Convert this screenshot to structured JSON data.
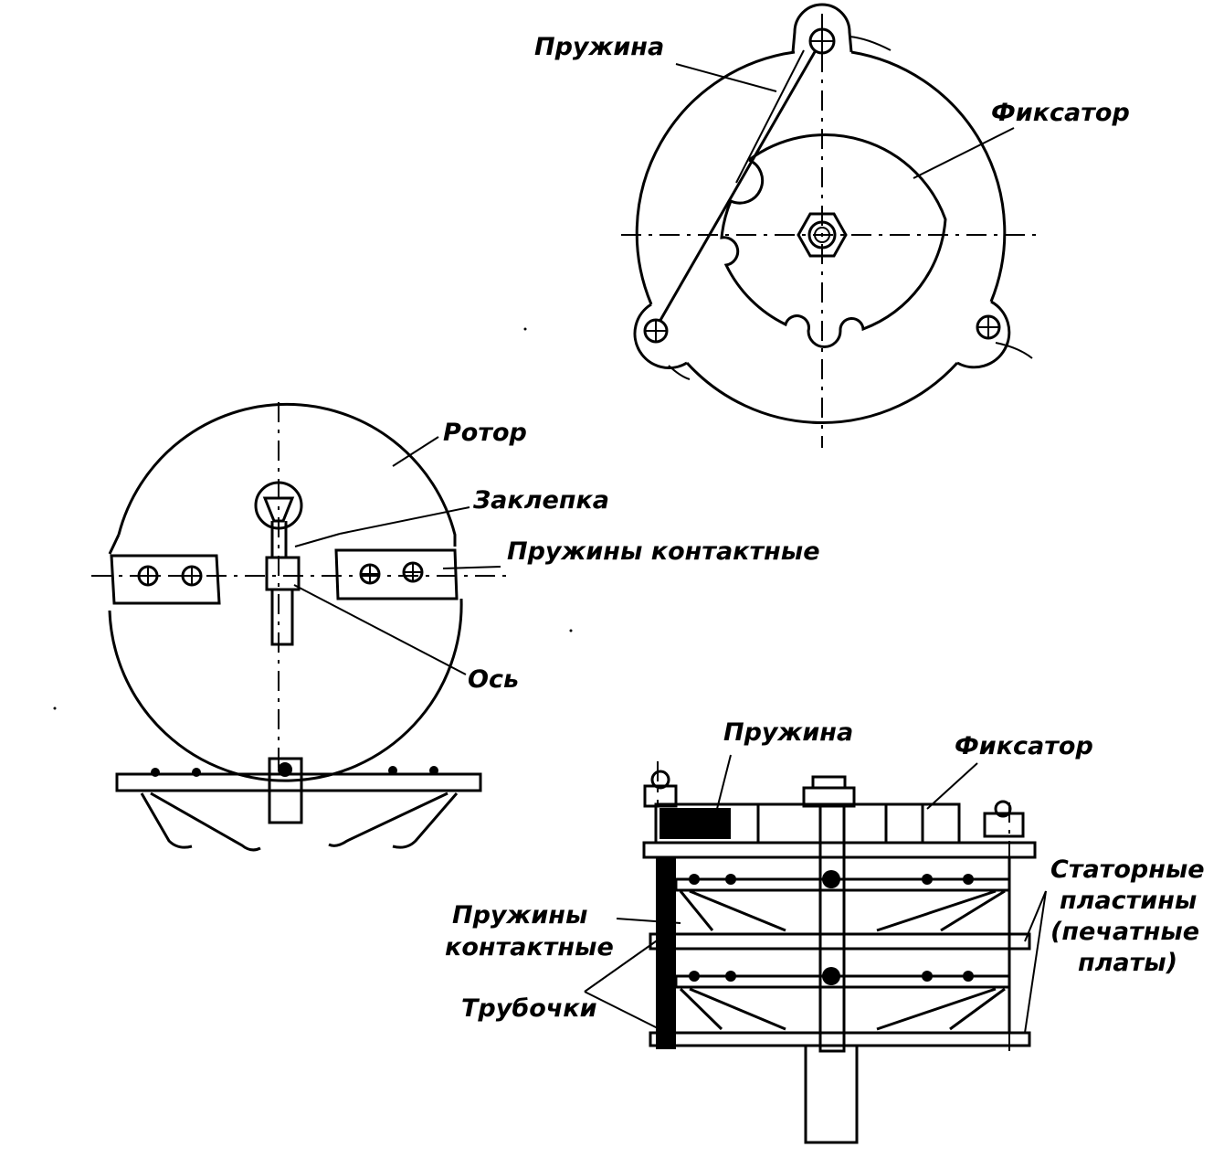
{
  "figures": {
    "top_view": {
      "labels": {
        "spring": "Пружина",
        "detent": "Фиксатор"
      }
    },
    "rotor_view": {
      "labels": {
        "rotor": "Ротор",
        "rivet": "Заклепка",
        "contact_springs": "Пружины контактные",
        "axle": "Ось"
      }
    },
    "side_view": {
      "labels": {
        "spring": "Пружина",
        "detent": "Фиксатор",
        "stator_plates_line1": "Статорные",
        "stator_plates_line2": "пластины",
        "stator_plates_line3": "(печатные",
        "stator_plates_line4": "платы)",
        "contact_springs_line1": "Пружины",
        "contact_springs_line2": "контактные",
        "tubes": "Трубочки"
      }
    }
  }
}
